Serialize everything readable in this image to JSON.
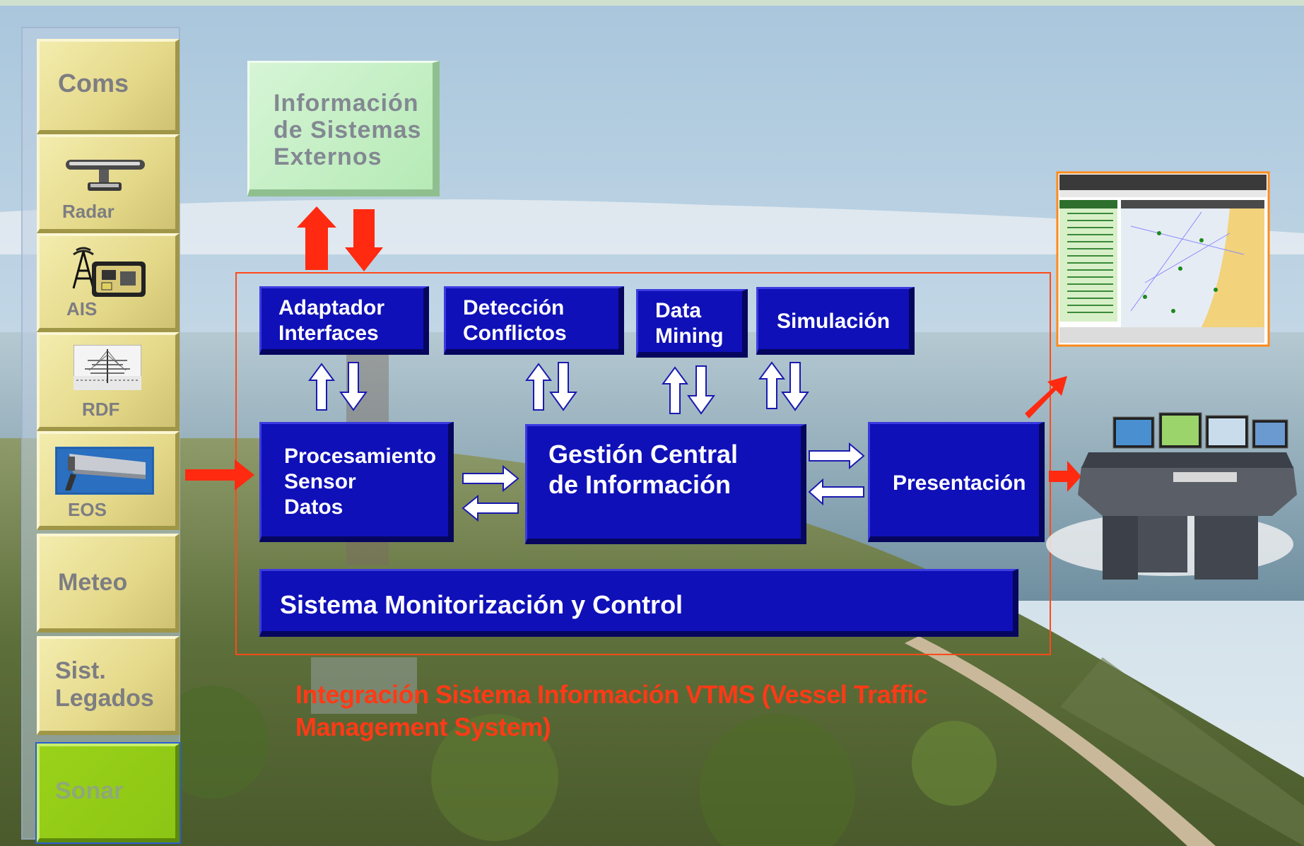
{
  "sensors": {
    "coms": "Coms",
    "radar": "Radar",
    "ais": "AIS",
    "rdf": "RDF",
    "eos": "EOS",
    "meteo": "Meteo",
    "legacy": "Sist.\nLegados",
    "sonar": "Sonar"
  },
  "external": {
    "label": "Información\nde Sistemas\nExternos"
  },
  "modules": {
    "adapter": "Adaptador\nInterfaces",
    "conflicts": "Detección\nConflictos",
    "data_mining": "Data\nMining",
    "simulation": "Simulación",
    "sensor_processing": "Procesamiento\nSensor\nDatos",
    "central": "Gestión Central\nde Información",
    "presentation": "Presentación",
    "monitoring": "Sistema Monitorización y Control"
  },
  "caption": "Integración Sistema Información VTMS (Vessel Traffic Management System)",
  "colors": {
    "module_blue": "#1010b8",
    "frame_red": "#ff4a1a",
    "arrow_red": "#ff2a10",
    "tile_yellow": "#e8dc8e",
    "sonar_green": "#8fc81a",
    "external_green": "#c8f0c8"
  },
  "icons": [
    "radar-antenna-icon",
    "ais-transponder-icon",
    "rdf-antenna-icon",
    "eos-camera-icon",
    "vts-screen-thumbnail",
    "operator-console-image"
  ]
}
